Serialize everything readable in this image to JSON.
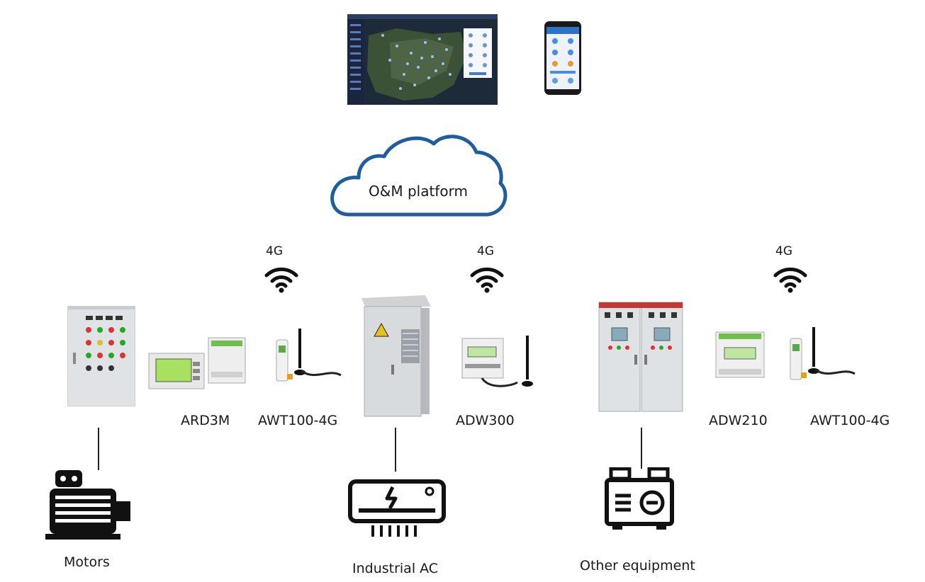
{
  "cloud": {
    "label": "O&M platform"
  },
  "signals": [
    {
      "label": "4G"
    },
    {
      "label": "4G"
    },
    {
      "label": "4G"
    }
  ],
  "devices": [
    {
      "label": "ARD3M"
    },
    {
      "label": "AWT100-4G"
    },
    {
      "label": "ADW300"
    },
    {
      "label": "ADW210"
    },
    {
      "label": "AWT100-4G"
    }
  ],
  "equipment": [
    {
      "label": "Motors"
    },
    {
      "label": "Industrial AC"
    },
    {
      "label": "Other equipment"
    }
  ],
  "colors": {
    "cloud_stroke": "#1f5d9c",
    "icon": "#111111",
    "map_bg": "#1d2a3a"
  }
}
